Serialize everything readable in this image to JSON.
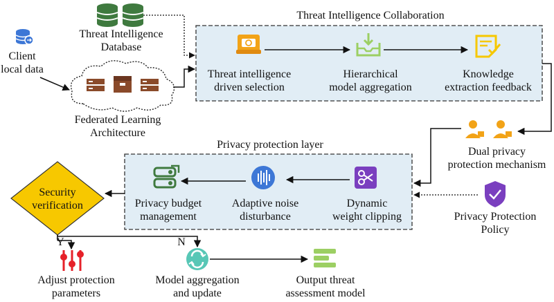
{
  "colors": {
    "panel_fill": "#e1edf5",
    "panel_border": "#333333",
    "arrow": "#111111",
    "green": "#3f7a3f",
    "orange": "#f2a317",
    "light_green": "#9ccf63",
    "yellow": "#f6c800",
    "blue": "#3d77d6",
    "purple": "#7a3fbf",
    "red": "#e62129",
    "teal": "#58c7b6",
    "diamond": "#f7c800",
    "brown": "#8a4a2a"
  },
  "icons": {
    "client": "database-icon",
    "threat_db": "database-icon",
    "federated": "server-cloud-icon",
    "selection": "sync-box-icon",
    "aggregation": "inbox-download-icon",
    "feedback": "sticky-note-check-icon",
    "dual_privacy": "users-lock-icon",
    "policy": "shield-check-icon",
    "clipping": "scissors-icon",
    "noise": "sound-wave-icon",
    "budget": "budget-panel-icon",
    "adjust": "sliders-icon",
    "update": "refresh-cycle-icon",
    "output": "model-card-icon"
  },
  "nodes": {
    "client": {
      "line1": "Client",
      "line2": "local data"
    },
    "threat_db": {
      "line1": "Threat Intelligence",
      "line2": "Database"
    },
    "federated": {
      "line1": "Federated Learning",
      "line2": "Architecture"
    },
    "tic_title": "Threat Intelligence Collaboration",
    "selection": {
      "line1": "Threat intelligence",
      "line2": "driven selection"
    },
    "aggregation": {
      "line1": "Hierarchical",
      "line2": "model aggregation"
    },
    "feedback": {
      "line1": "Knowledge",
      "line2": "extraction feedback"
    },
    "dual_privacy": {
      "line1": "Dual privacy",
      "line2": "protection mechanism"
    },
    "policy": {
      "line1": "Privacy Protection",
      "line2": "Policy"
    },
    "ppl_title": "Privacy protection layer",
    "clipping": {
      "line1": "Dynamic",
      "line2": "weight clipping"
    },
    "noise": {
      "line1": "Adaptive noise",
      "line2": "disturbance"
    },
    "budget": {
      "line1": "Privacy budget",
      "line2": "management"
    },
    "security": {
      "line1": "Security",
      "line2": "verification"
    },
    "yes_label": "Y",
    "no_label": "N",
    "adjust": {
      "line1": "Adjust protection",
      "line2": "parameters"
    },
    "update": {
      "line1": "Model aggregation",
      "line2": "and update"
    },
    "output": {
      "line1": "Output threat",
      "line2": "assessment model"
    }
  }
}
